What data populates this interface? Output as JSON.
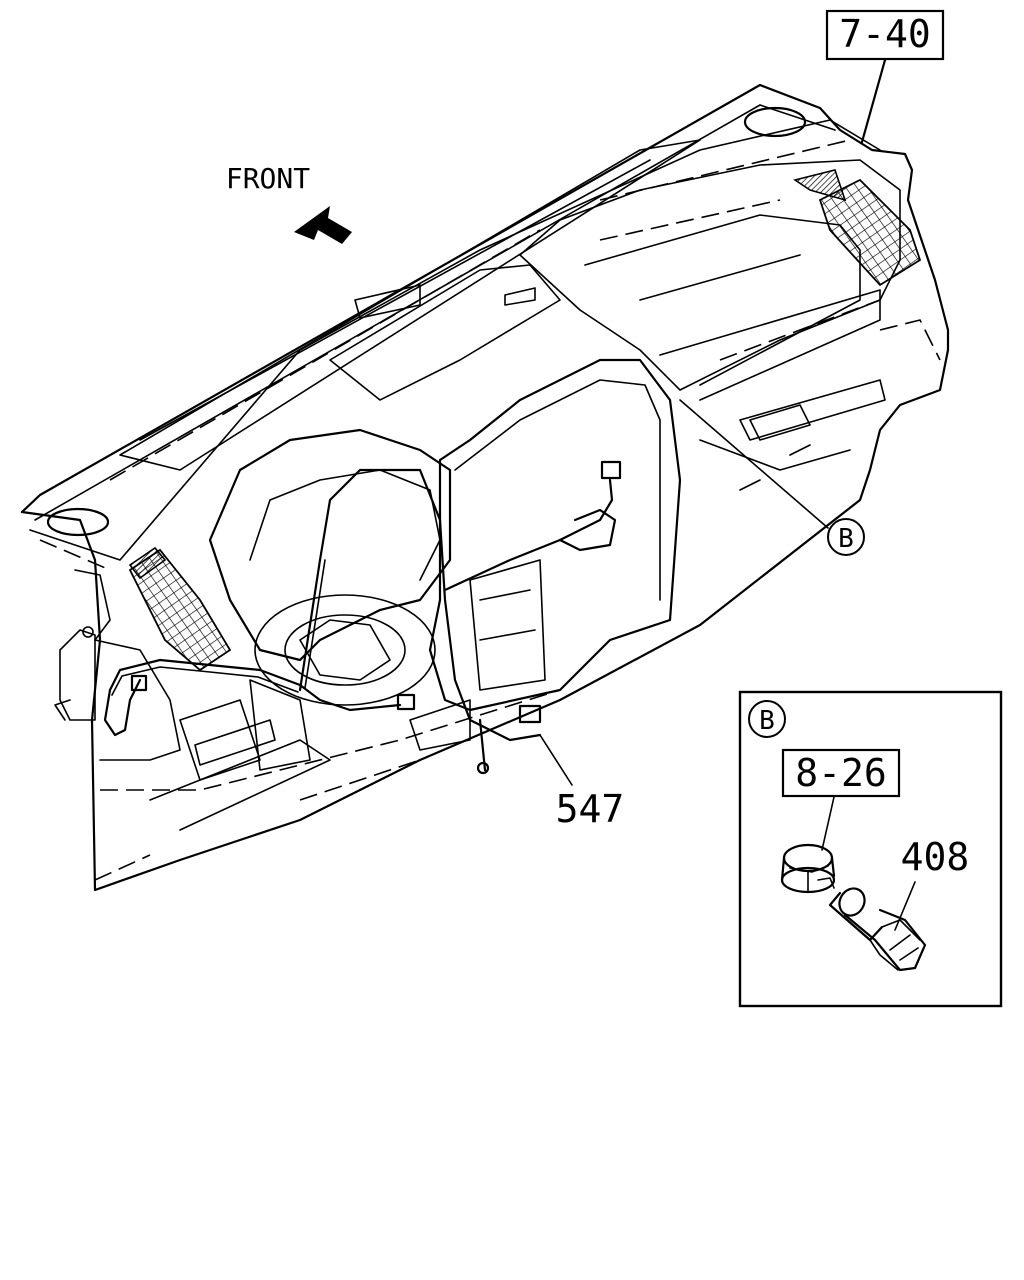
{
  "callouts": {
    "panel_ref": "7-40",
    "front_label": "FRONT",
    "detail_marker": "B",
    "harness_part": "547"
  },
  "detail_view": {
    "marker": "B",
    "ref": "8-26",
    "part": "408"
  },
  "icons": {
    "front_arrow": "arrow-up-left-icon"
  }
}
